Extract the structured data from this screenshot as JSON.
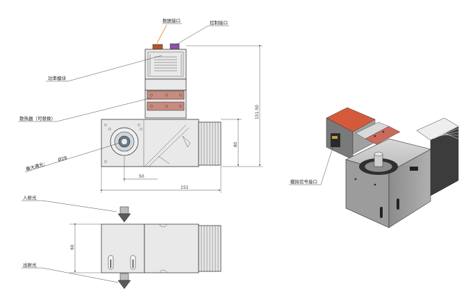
{
  "labels": {
    "data_interface": "数据接口",
    "control_interface": "控制接口",
    "power_module": "功率模块",
    "cooler": "散热器（可替换）",
    "max_aperture": "最大通光：",
    "aperture_value": "Ø28",
    "input_light": "入射光",
    "output_light": "出射光",
    "analog_interface": "模拟信号接口"
  },
  "dimensions": {
    "height_total": "151.50",
    "height_body": "80",
    "center_offset": "50",
    "width_total": "151",
    "depth": "60"
  },
  "colors": {
    "data_connector": "#b5542c",
    "control_connector": "#8a52a8",
    "cooler_plate": "#c78b80",
    "body_grey": "#e6e6e6",
    "iso_grey": "#9a9a9a",
    "iso_dark": "#4a4a4a"
  },
  "icons": {
    "aperture": "circle-lens",
    "beam_in": "downward-arrow",
    "beam_out": "downward-arrow"
  }
}
